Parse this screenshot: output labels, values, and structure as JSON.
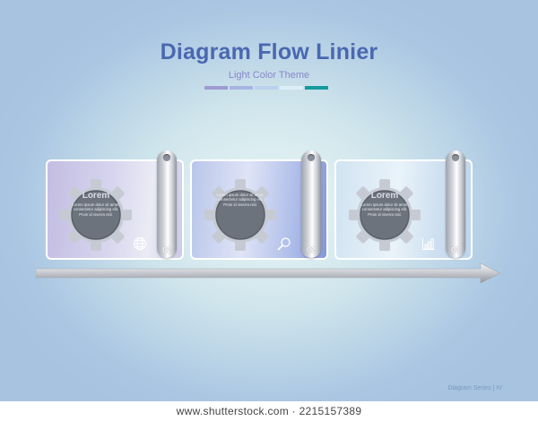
{
  "header": {
    "title": "Diagram Flow Linier",
    "subtitle": "Light Color Theme",
    "swatch_colors": [
      "#9e9cd3",
      "#a7b4e3",
      "#b9d1ec",
      "#dceff6",
      "#159a9b"
    ]
  },
  "cards": [
    {
      "number": "01",
      "heading": "Lorem",
      "body": "Lorem ipsum dolor sit amet, consectetur adipiscing elit. Proin id viverra nisl.",
      "icon": "globe-icon",
      "colors": [
        "#c3bde2",
        "#ebebf5"
      ]
    },
    {
      "number": "02",
      "heading": "",
      "body": "Lorem ipsum dolor sit amet, consectetur adipiscing elit. Proin id viverra nisl.",
      "icon": "magnifier-icon",
      "colors": [
        "#b9c6ea",
        "#8597d8"
      ]
    },
    {
      "number": "03",
      "heading": "Lorem",
      "body": "Lorem ipsum dolor sit amet, consectetur adipiscing elit. Proin id viverra nisl.",
      "icon": "bar-chart-icon",
      "colors": [
        "#d1e3f1",
        "#bfd6ee"
      ]
    }
  ],
  "footer": {
    "series_label": "Diagram Series | IV",
    "watermark": "www.shutterstock.com · 2215157389"
  }
}
